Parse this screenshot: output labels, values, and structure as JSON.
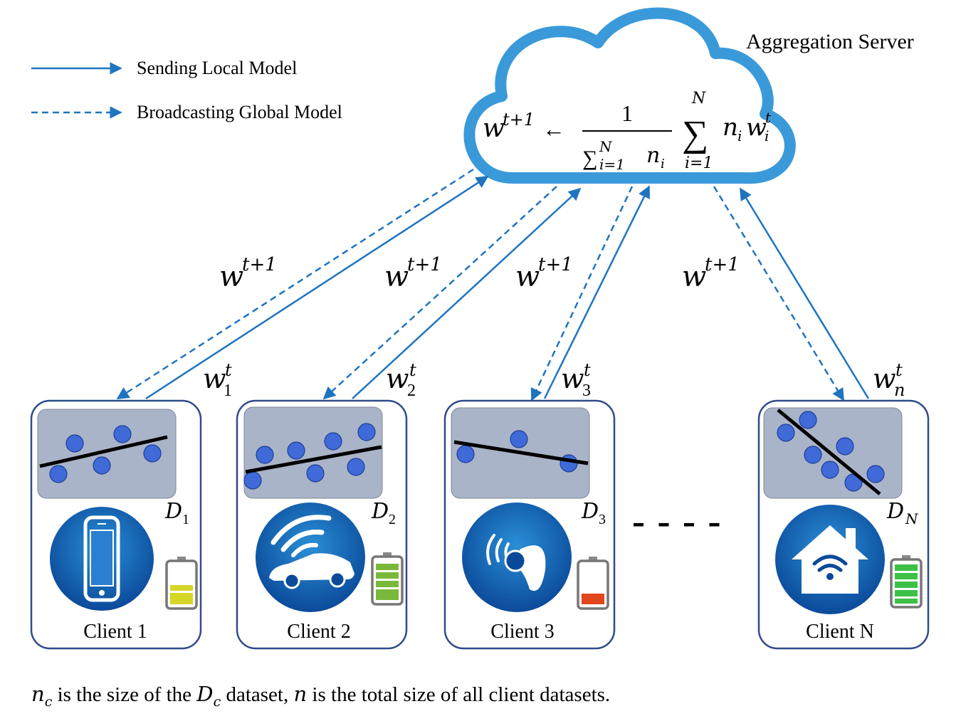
{
  "server": {
    "title": "Aggregation Server",
    "formula": {
      "lhs_base": "w",
      "lhs_sup": "t+1",
      "arrow": "←",
      "numerator": "1",
      "den_sigma": "∑",
      "den_sup": "N",
      "den_sub": "i=1",
      "den_term": "n",
      "den_term_sub": "i",
      "sum_sigma": "∑",
      "sum_top": "N",
      "sum_bottom": "i=1",
      "rhs_n": "n",
      "rhs_n_sub": "i",
      "rhs_w": "w",
      "rhs_w_sub": "i",
      "rhs_w_sup": "t"
    }
  },
  "legend": {
    "solid_label": "Sending Local Model",
    "dashed_label": "Broadcasting Global Model"
  },
  "colors": {
    "arrow": "#1f74c0",
    "cloud_stroke": "#3a9ad9",
    "panel_border": "#2f4b8a",
    "data_box": "#aab4c8",
    "data_point": "#3f6ad8",
    "battery_yellow": "#d6d627",
    "battery_green": "#79b83a",
    "battery_red": "#e2461d",
    "battery_bright_green": "#3cc146"
  },
  "broadcast_labels": [
    {
      "base": "w",
      "sup": "t+1"
    },
    {
      "base": "w",
      "sup": "t+1"
    },
    {
      "base": "w",
      "sup": "t+1"
    },
    {
      "base": "w",
      "sup": "t+1"
    }
  ],
  "local_labels": [
    {
      "base": "w",
      "sup": "t",
      "sub": "1"
    },
    {
      "base": "w",
      "sup": "t",
      "sub": "2"
    },
    {
      "base": "w",
      "sup": "t",
      "sub": "3"
    },
    {
      "base": "w",
      "sup": "t",
      "sub": "n"
    }
  ],
  "clients": [
    {
      "label": "Client 1",
      "dataset": "D",
      "dataset_sub": "1",
      "icon": "smartphone-icon",
      "battery": "yellow",
      "battery_level": 0.4
    },
    {
      "label": "Client 2",
      "dataset": "D",
      "dataset_sub": "2",
      "icon": "connected-car-icon",
      "battery": "green",
      "battery_level": 0.75
    },
    {
      "label": "Client 3",
      "dataset": "D",
      "dataset_sub": "3",
      "icon": "smartwatch-icon",
      "battery": "red",
      "battery_level": 0.2
    },
    {
      "label": "Client N",
      "dataset": "D",
      "dataset_sub": "N",
      "icon": "smart-home-icon",
      "battery": "bright-green",
      "battery_level": 1.0
    }
  ],
  "ellipsis": "- - - -",
  "footnote": {
    "nc": "n",
    "nc_sub": "c",
    "t1": " is the size of the ",
    "dc": "D",
    "dc_sub": "c",
    "t2": " dataset, ",
    "n": "n",
    "t3": " is the total size of all client datasets."
  }
}
